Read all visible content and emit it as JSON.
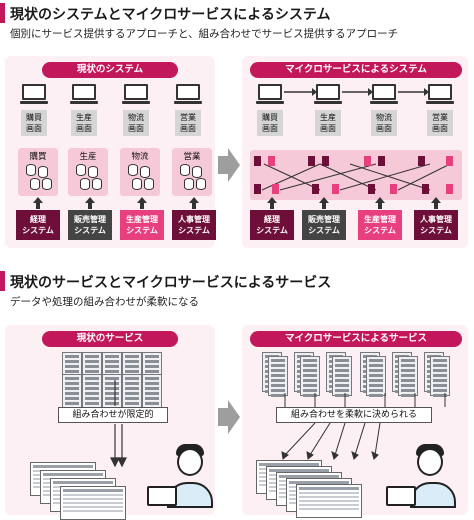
{
  "section1": {
    "title": "現状のシステムとマイクロサービスによるシステム",
    "subtitle": "個別にサービス提供するアプローチと、組み合わせでサービス提供するアプローチ",
    "left_header": "現状のシステム",
    "right_header": "マイクロサービスによるシステム",
    "screens": [
      "購買\n画面",
      "生産\n画面",
      "物流\n画面",
      "営業\n画面"
    ],
    "businesses": [
      "購買",
      "生産",
      "物流",
      "営業"
    ],
    "systems": [
      {
        "label": "経理\nシステム",
        "color": "#6e0f3a"
      },
      {
        "label": "販売管理\nシステム",
        "color": "#444444"
      },
      {
        "label": "生産管理\nシステム",
        "color": "#e8407f"
      },
      {
        "label": "人事管理\nシステム",
        "color": "#6e0f3a"
      }
    ]
  },
  "section2": {
    "title": "現状のサービスとマイクロサービスによるサービス",
    "subtitle": "データや処理の組み合わせが柔軟になる",
    "left_header": "現状のサービス",
    "right_header": "マイクロサービスによるサービス",
    "left_label": "組み合わせが限定的",
    "right_label": "組み合わせを柔軟に決められる"
  },
  "colors": {
    "accent": "#c2185b",
    "panel": "#fdf0f4",
    "light_pink": "#f6c9d8"
  },
  "icons": [
    "monitor-icon",
    "database-icon",
    "server-icon",
    "spreadsheet-icon",
    "person-icon",
    "laptop-icon",
    "arrow-right-icon"
  ]
}
